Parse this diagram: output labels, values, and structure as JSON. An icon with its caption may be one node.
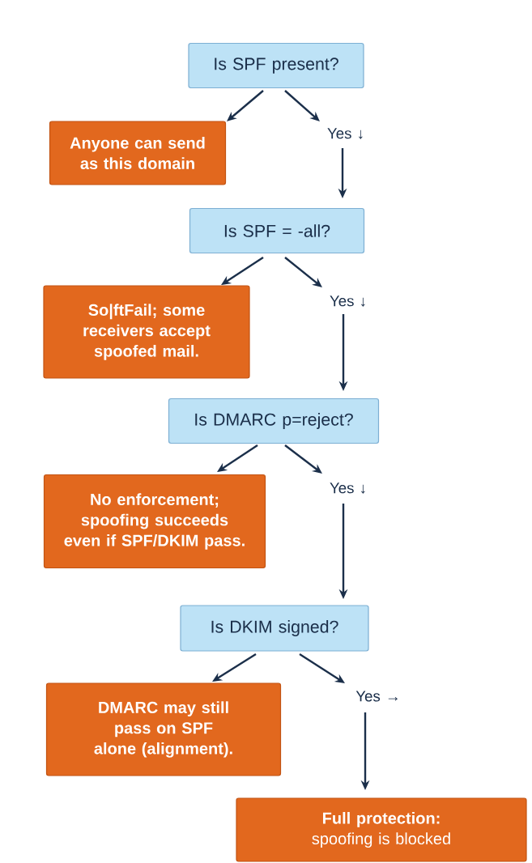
{
  "diagram": {
    "nodes": [
      {
        "text": [
          "Is SPF present?"
        ]
      },
      {
        "text": [
          "Anyone can send as this domain"
        ]
      },
      {
        "text": [
          "Yes ↓"
        ]
      },
      {
        "text": [
          "Is SPF = -all?"
        ]
      },
      {
        "text": [
          "So|ftFail; some receivers accept spoofed mail."
        ]
      },
      {
        "text": [
          "Yes ↓"
        ]
      },
      {
        "text": [
          "Is DMARC p=reject?"
        ]
      },
      {
        "text": [
          "No enforcement; spoofing succeeds even if SPF/DKIM pass."
        ]
      },
      {
        "text": [
          "Yes ↓"
        ]
      },
      {
        "text": [
          "Is DKIM signed?"
        ]
      },
      {
        "text": [
          "DMARC may still pass on SPF alone (alignment)."
        ]
      },
      {
        "text": [
          "Yes →"
        ]
      },
      {
        "text": [
          "**Full protection:** spoofing is blocked"
        ]
      }
    ],
    "edges": [
      {
        "from": 0,
        "to": 1,
        "arrow": "to"
      },
      {
        "from": 0,
        "to": 2,
        "arrow": "to"
      },
      {
        "from": 2,
        "to": 3,
        "arrow": "to"
      },
      {
        "from": 3,
        "to": 4,
        "arrow": "to"
      },
      {
        "from": 3,
        "to": 5,
        "arrow": "to"
      },
      {
        "from": 5,
        "to": 6,
        "arrow": "to"
      },
      {
        "from": 6,
        "to": 7,
        "arrow": "to"
      },
      {
        "from": 6,
        "to": 8,
        "arrow": "to"
      },
      {
        "from": 8,
        "to": 9,
        "arrow": "to"
      },
      {
        "from": 9,
        "to": 10,
        "arrow": "to"
      },
      {
        "from": 9,
        "to": 11,
        "arrow": "to"
      },
      {
        "from": 11,
        "to": 12,
        "arrow": "to"
      }
    ]
  }
}
